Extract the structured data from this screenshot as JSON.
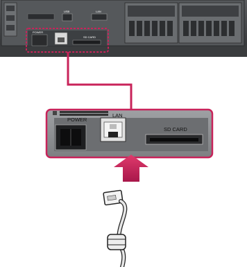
{
  "device_top": {
    "port_labels": {
      "usb": "USB",
      "lan": "LAN",
      "power": "POWER",
      "sdcard": "SD CARD"
    }
  },
  "detail_panel": {
    "port_labels": {
      "power": "POWER",
      "lan": "LAN",
      "sdcard": "SD CARD"
    }
  },
  "colors": {
    "callout": "#c8235a",
    "device_body": "#4a4c4e",
    "panel_bg": "#8b8d90",
    "arrow": "#c8235a",
    "cable": "#c8c8c8"
  },
  "icons": {
    "insert_arrow": "arrow-up-icon",
    "cable": "lan-cable-icon"
  }
}
